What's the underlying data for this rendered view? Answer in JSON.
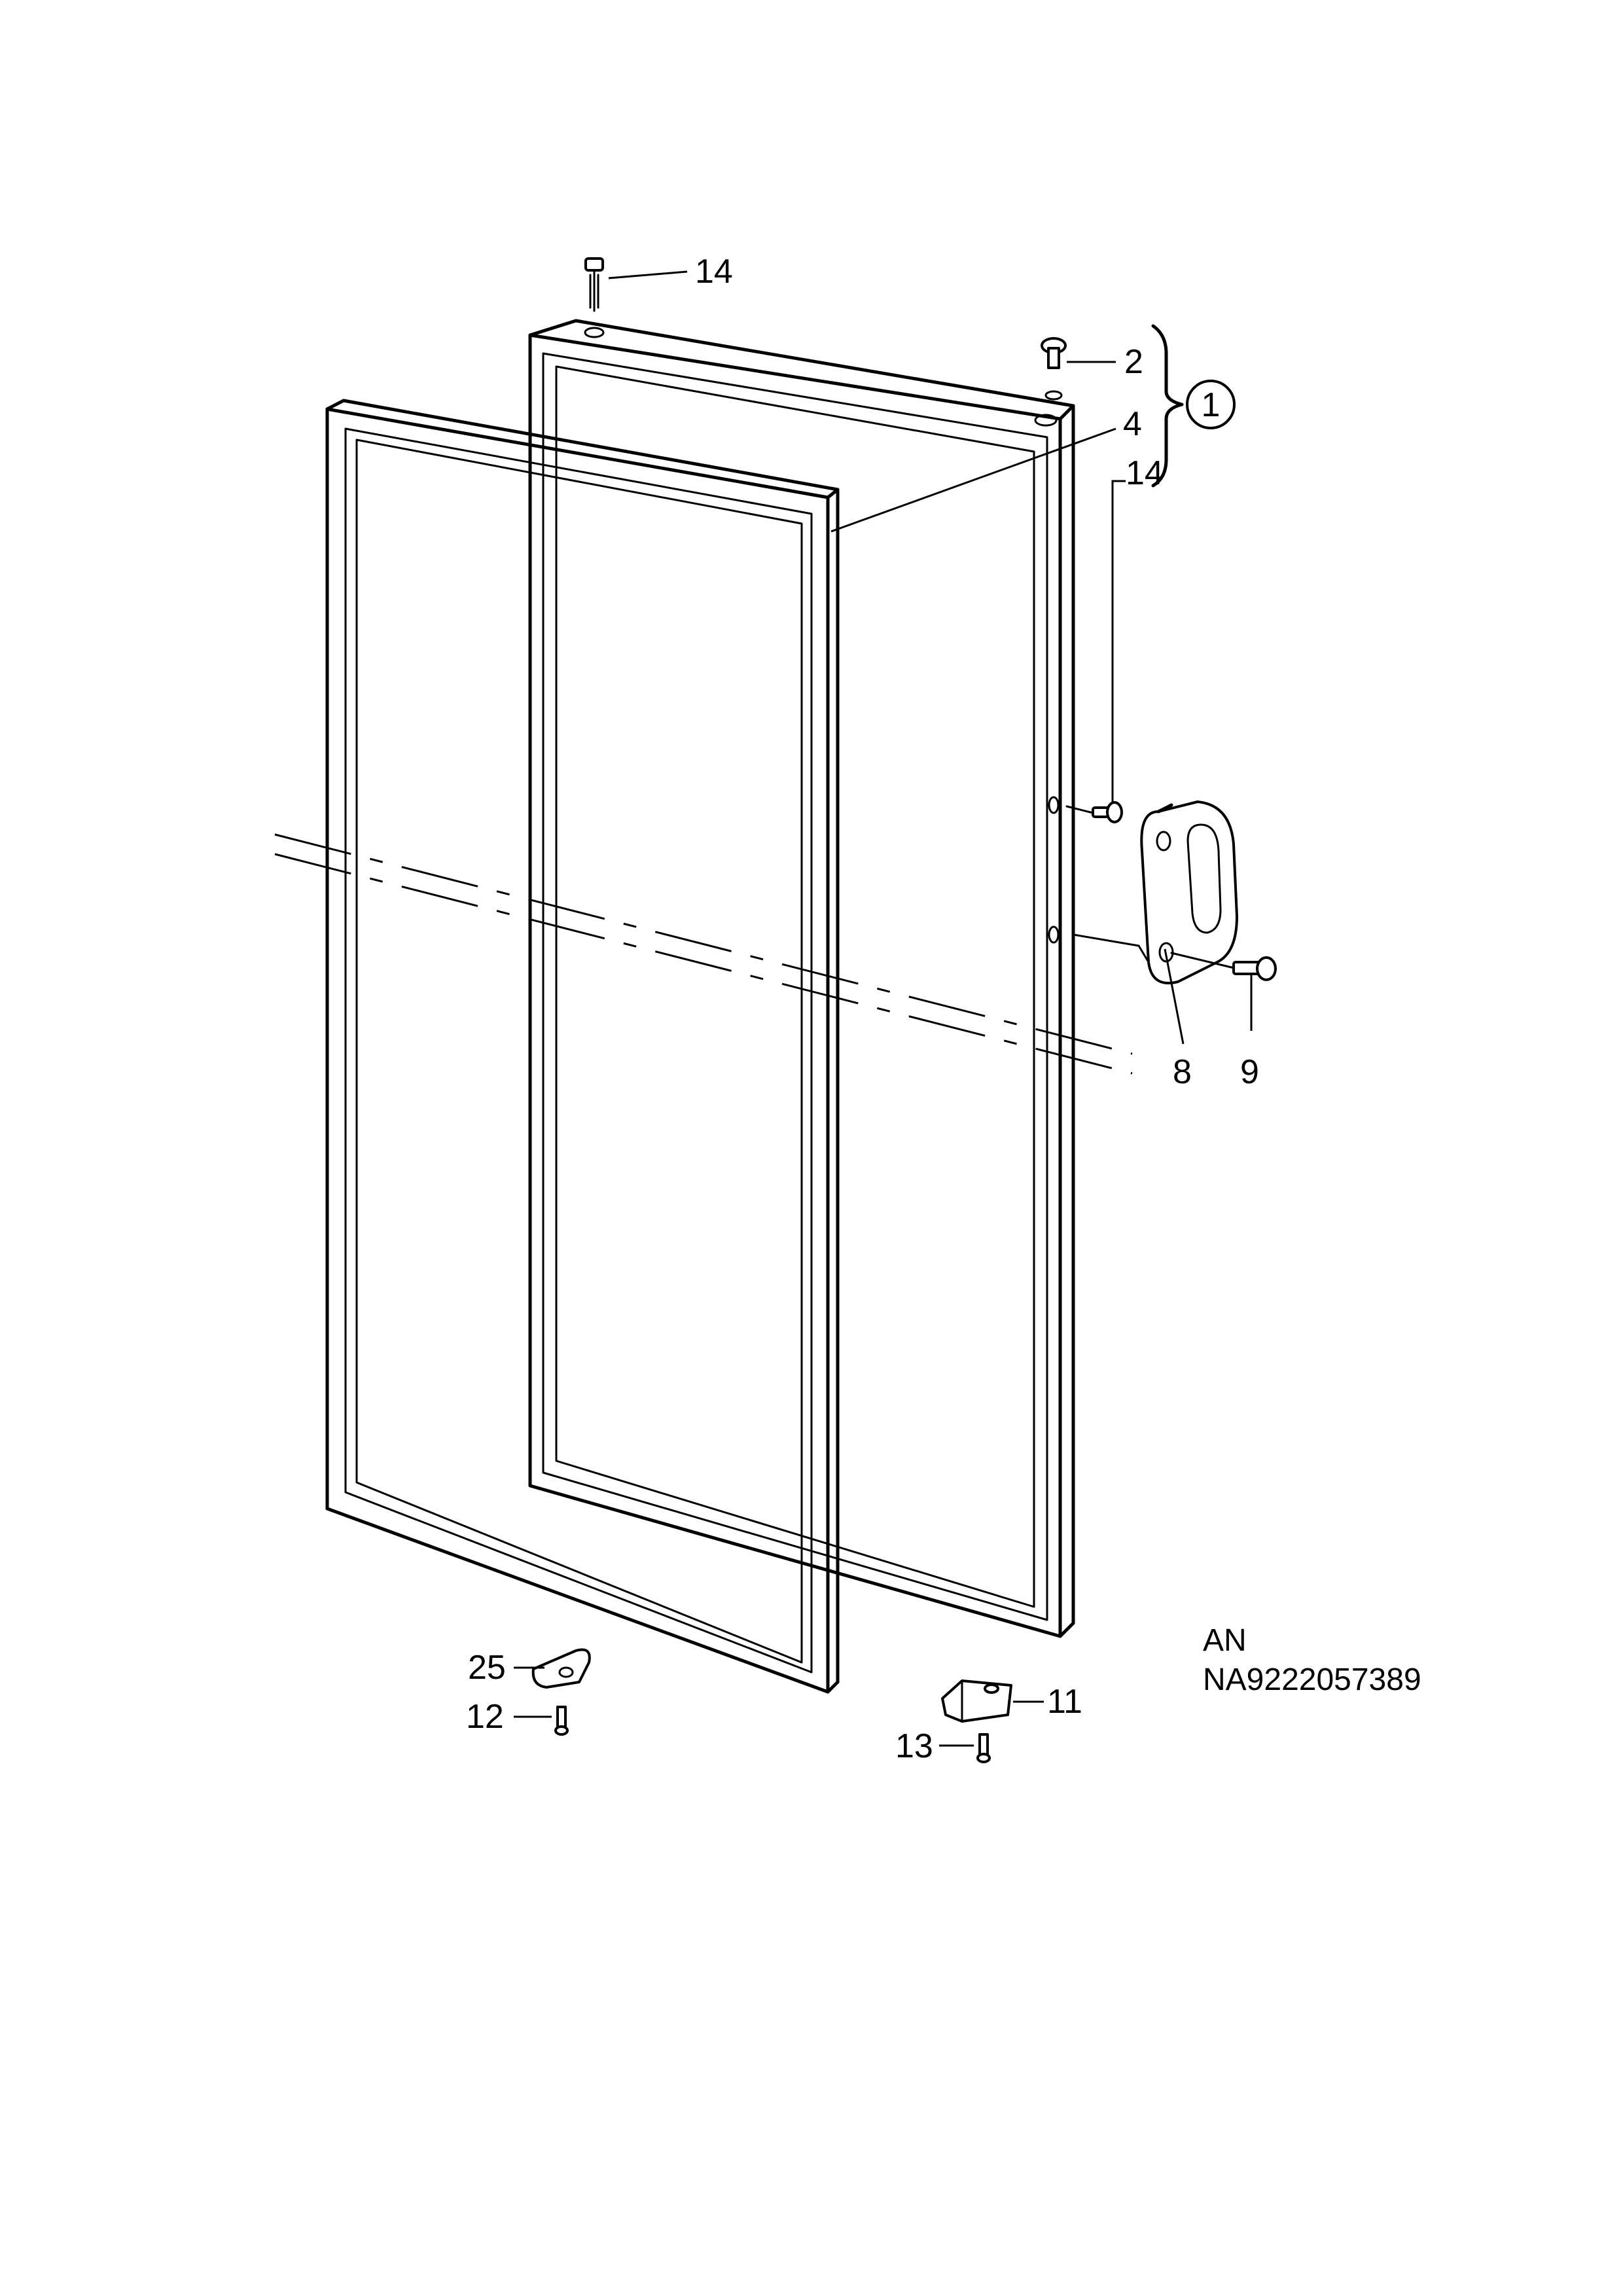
{
  "callouts": {
    "c14_top": "14",
    "c2": "2",
    "c1": "1",
    "c4": "4",
    "c14_right": "14",
    "c8": "8",
    "c9": "9",
    "c25": "25",
    "c12": "12",
    "c11": "11",
    "c13": "13"
  },
  "footer": {
    "line1": "AN",
    "line2": "NA9222057389"
  }
}
